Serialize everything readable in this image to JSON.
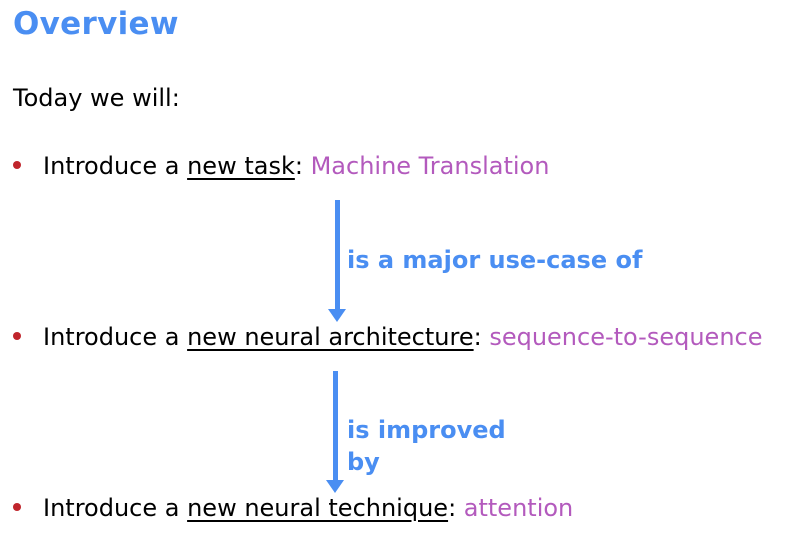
{
  "slide": {
    "title": "Overview",
    "intro": "Today we will:"
  },
  "bullets": [
    {
      "prefix": "Introduce a ",
      "underlined": "new task",
      "separator": ": ",
      "highlight": "Machine Translation"
    },
    {
      "prefix": "Introduce a ",
      "underlined": "new neural architecture",
      "separator": ": ",
      "highlight": "sequence-to-sequence"
    },
    {
      "prefix": "Introduce a ",
      "underlined": "new neural technique",
      "separator": ": ",
      "highlight": "attention"
    }
  ],
  "arrows": [
    {
      "label_lines": [
        "is a major use-case of"
      ]
    },
    {
      "label_lines": [
        "is improved",
        "by"
      ]
    }
  ],
  "colors": {
    "title": "#4a8ef2",
    "arrow": "#4a8ef2",
    "highlight": "#b35abd",
    "bullet": "#c0252c"
  }
}
